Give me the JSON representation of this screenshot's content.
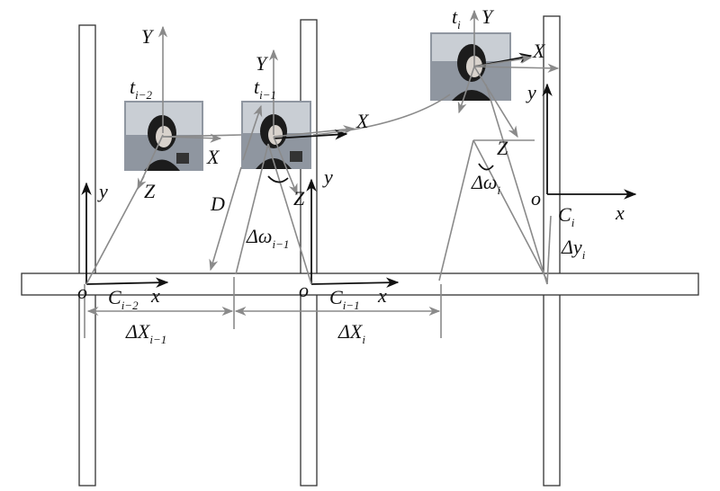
{
  "labels": {
    "t_im2": {
      "base": "t",
      "sub": "i−2"
    },
    "t_im1": {
      "base": "t",
      "sub": "i−1"
    },
    "t_i": {
      "base": "t",
      "sub": "i"
    },
    "Y1": "Y",
    "Y2": "Y",
    "Y3": "Y",
    "X1": "X",
    "X2": "X",
    "X3": "X",
    "Z1": "Z",
    "Z2": "Z",
    "Z3": "Z",
    "y1": "y",
    "y2": "y",
    "y3": "y",
    "x1": "x",
    "x2": "x",
    "x3": "x",
    "o1": "o",
    "o2": "o",
    "o3": "o",
    "D": "D",
    "C_im2": {
      "base": "C",
      "sub": "i−2"
    },
    "C_im1": {
      "base": "C",
      "sub": "i−1"
    },
    "C_i": {
      "base": "C",
      "sub": "i"
    },
    "dW_im1": {
      "base": "Δω",
      "sub": "i−1"
    },
    "dW_i": {
      "base": "Δω",
      "sub": "i"
    },
    "dX_im1": {
      "base": "ΔX",
      "sub": "i−1"
    },
    "dX_i": {
      "base": "ΔX",
      "sub": "i"
    },
    "dy_i": {
      "base": "Δy",
      "sub": "i"
    }
  },
  "colors": {
    "rail": "#333333",
    "grey_arrow": "#8a8a8a",
    "black_arrow": "#111111"
  },
  "icons": [
    "camera-frame-photo"
  ]
}
